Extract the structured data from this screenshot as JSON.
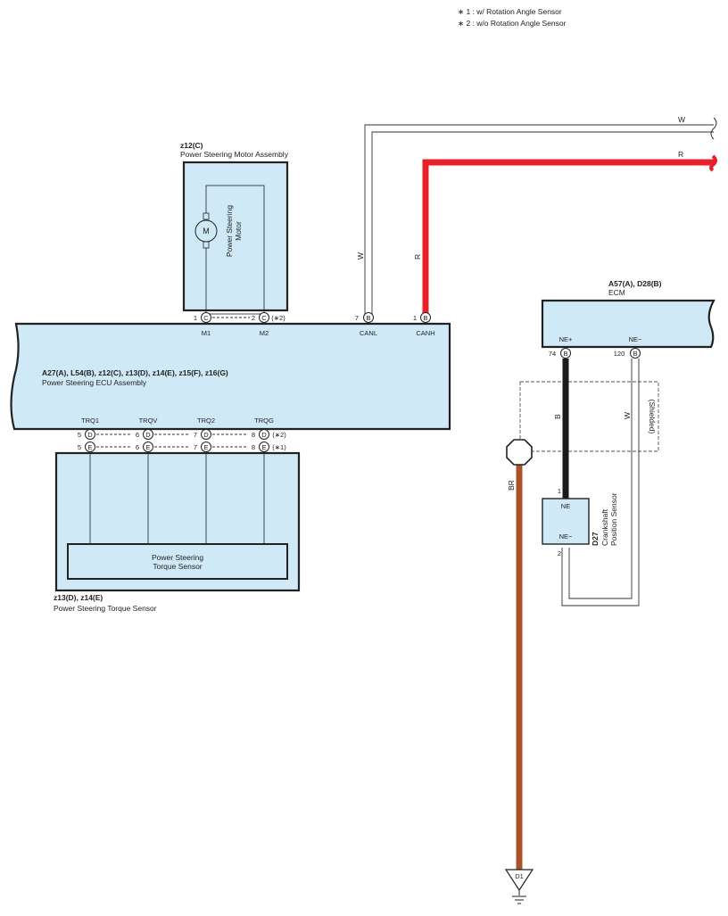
{
  "notes": [
    "∗ 1 : w/ Rotation Angle Sensor",
    "∗ 2 : w/o Rotation Angle Sensor"
  ],
  "motor": {
    "connector": "z12(C)",
    "name": "Power Steering Motor Assembly",
    "symbol": "M",
    "label_line1": "Power Steering",
    "label_line2": "Motor"
  },
  "ecu": {
    "connectors": "A27(A), L54(B), z12(C), z13(D), z14(E), z15(F), z16(G)",
    "name": "Power Steering ECU Assembly",
    "top_pins": [
      {
        "num": "1",
        "conn": "C",
        "label": "M1",
        "note": ""
      },
      {
        "num": "2",
        "conn": "C",
        "label": "M2",
        "note": "(∗2)"
      },
      {
        "num": "7",
        "conn": "B",
        "label": "CANL",
        "note": ""
      },
      {
        "num": "1",
        "conn": "B",
        "label": "CANH",
        "note": ""
      }
    ],
    "bottom_labels": [
      "TRQ1",
      "TRQV",
      "TRQ2",
      "TRQG"
    ],
    "bottom_pins_d": [
      {
        "num": "5",
        "conn": "D"
      },
      {
        "num": "6",
        "conn": "D"
      },
      {
        "num": "7",
        "conn": "D"
      },
      {
        "num": "8",
        "conn": "D"
      }
    ],
    "bottom_pins_e": [
      {
        "num": "5",
        "conn": "E"
      },
      {
        "num": "6",
        "conn": "E"
      },
      {
        "num": "7",
        "conn": "E"
      },
      {
        "num": "8",
        "conn": "E"
      }
    ],
    "note_d": "(∗2)",
    "note_e": "(∗1)"
  },
  "torque": {
    "inner_line1": "Power Steering",
    "inner_line2": "Torque Sensor",
    "connector": "z13(D), z14(E)",
    "name": "Power Steering Torque Sensor"
  },
  "ecm": {
    "connectors": "A57(A), D28(B)",
    "name": "ECM",
    "pins": [
      {
        "num": "74",
        "conn": "B",
        "label": "NE+"
      },
      {
        "num": "120",
        "conn": "B",
        "label": "NE−"
      }
    ]
  },
  "crank": {
    "connector": "D27",
    "name_line1": "Crankshaft",
    "name_line2": "Position Sensor",
    "pin_ne_plus": "NE",
    "pin_ne_minus": "NE−",
    "pin1": "1",
    "pin2": "2"
  },
  "wires": {
    "w_top": "W",
    "r_top": "R",
    "w_vertical": "W",
    "r_vertical": "R",
    "b_crank": "B",
    "w_crank": "W",
    "br_ground": "BR",
    "shielded": "(Shielded)"
  },
  "ground": {
    "label": "D1"
  },
  "colors": {
    "box_fill": "#cfe9f7",
    "wire_red": "#e8202a",
    "wire_black": "#1a1a1a",
    "wire_brown": "#a8532b"
  }
}
